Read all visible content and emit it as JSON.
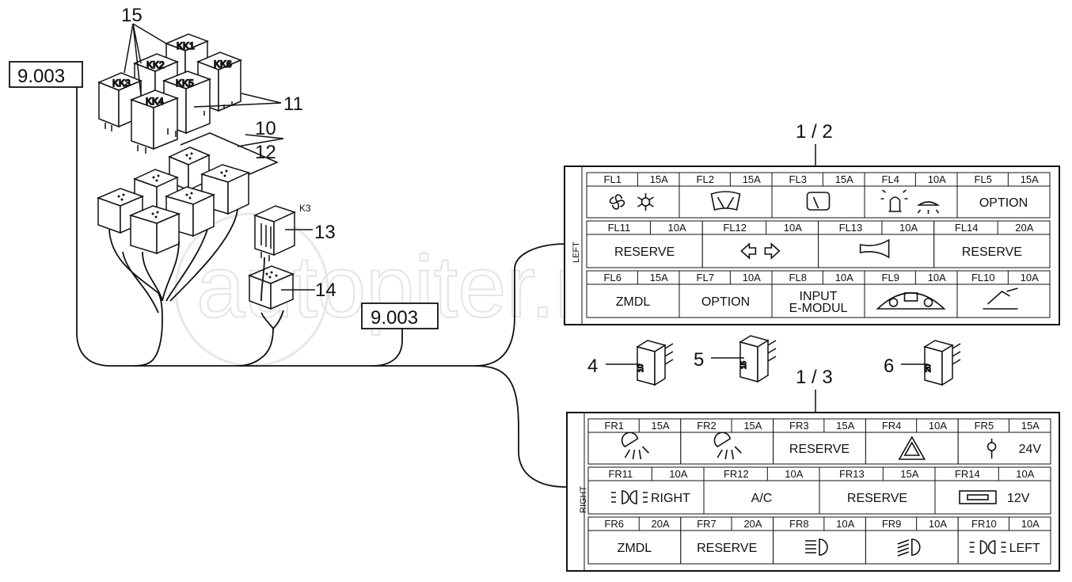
{
  "callouts": {
    "n15": "15",
    "n11": "11",
    "n10": "10",
    "n12": "12",
    "n13": "13",
    "n14": "14",
    "n4": "4",
    "n5": "5",
    "n6": "6",
    "k3": "K3",
    "panel_left_ref": "1 / 2",
    "panel_right_ref": "1 / 3"
  },
  "refs": {
    "left": "9.003",
    "middle": "9.003"
  },
  "relays": [
    "KK1",
    "KK2",
    "KK3",
    "KK4",
    "KK5",
    "KK6"
  ],
  "fuse_values": {
    "f4": "10",
    "f5": "15",
    "f6": "20"
  },
  "watermark": "autopiter.ru",
  "left_panel": {
    "side_label": "LEFT",
    "rows": [
      {
        "cells": [
          {
            "id": "FL1",
            "amp": "15A",
            "icon": "fan-and-snowflake-icon"
          },
          {
            "id": "FL2",
            "amp": "15A",
            "icon": "windshield-wiper-icon"
          },
          {
            "id": "FL3",
            "amp": "15A",
            "icon": "rear-wiper-icon"
          },
          {
            "id": "FL4",
            "amp": "10A",
            "icon": "beacon-and-interior-light-icon"
          },
          {
            "id": "FL5",
            "amp": "15A",
            "text": "OPTION"
          }
        ]
      },
      {
        "cells": [
          {
            "id": "FL11",
            "amp": "10A",
            "text": "RESERVE"
          },
          {
            "id": "FL12",
            "amp": "10A",
            "icon": "turn-signal-arrows-icon"
          },
          {
            "id": "FL13",
            "amp": "10A",
            "icon": "horn-icon"
          },
          {
            "id": "FL14",
            "amp": "20A",
            "text": "RESERVE"
          }
        ]
      },
      {
        "cells": [
          {
            "id": "FL6",
            "amp": "15A",
            "text": "ZMDL"
          },
          {
            "id": "FL7",
            "amp": "10A",
            "text": "OPTION"
          },
          {
            "id": "FL8",
            "amp": "10A",
            "text": "INPUT",
            "text2": "E-MODUL"
          },
          {
            "id": "FL9",
            "amp": "10A",
            "icon": "instrument-cluster-icon"
          },
          {
            "id": "FL10",
            "amp": "10A",
            "icon": "seat-icon"
          }
        ]
      }
    ]
  },
  "right_panel": {
    "side_label": "RIGHT",
    "rows": [
      {
        "cells": [
          {
            "id": "FR1",
            "amp": "15A",
            "icon": "work-light-icon"
          },
          {
            "id": "FR2",
            "amp": "15A",
            "icon": "work-light-icon"
          },
          {
            "id": "FR3",
            "amp": "15A",
            "text": "RESERVE"
          },
          {
            "id": "FR4",
            "amp": "10A",
            "icon": "hazard-warning-icon"
          },
          {
            "id": "FR5",
            "amp": "15A",
            "icon": "socket-icon",
            "text": "24V"
          }
        ]
      },
      {
        "cells": [
          {
            "id": "FR11",
            "amp": "10A",
            "icon": "side-marker-lights-icon",
            "text": "RIGHT"
          },
          {
            "id": "FR12",
            "amp": "10A",
            "text": "A/C"
          },
          {
            "id": "FR13",
            "amp": "15A",
            "text": "RESERVE"
          },
          {
            "id": "FR14",
            "amp": "10A",
            "icon": "radio-and-socket-icon",
            "text": "12V"
          }
        ]
      },
      {
        "cells": [
          {
            "id": "FR6",
            "amp": "20A",
            "text": "ZMDL"
          },
          {
            "id": "FR7",
            "amp": "20A",
            "text": "RESERVE"
          },
          {
            "id": "FR8",
            "amp": "10A",
            "icon": "high-beam-icon"
          },
          {
            "id": "FR9",
            "amp": "10A",
            "icon": "low-beam-icon"
          },
          {
            "id": "FR10",
            "amp": "10A",
            "icon": "side-marker-lights-icon",
            "text": "LEFT"
          }
        ]
      }
    ]
  }
}
